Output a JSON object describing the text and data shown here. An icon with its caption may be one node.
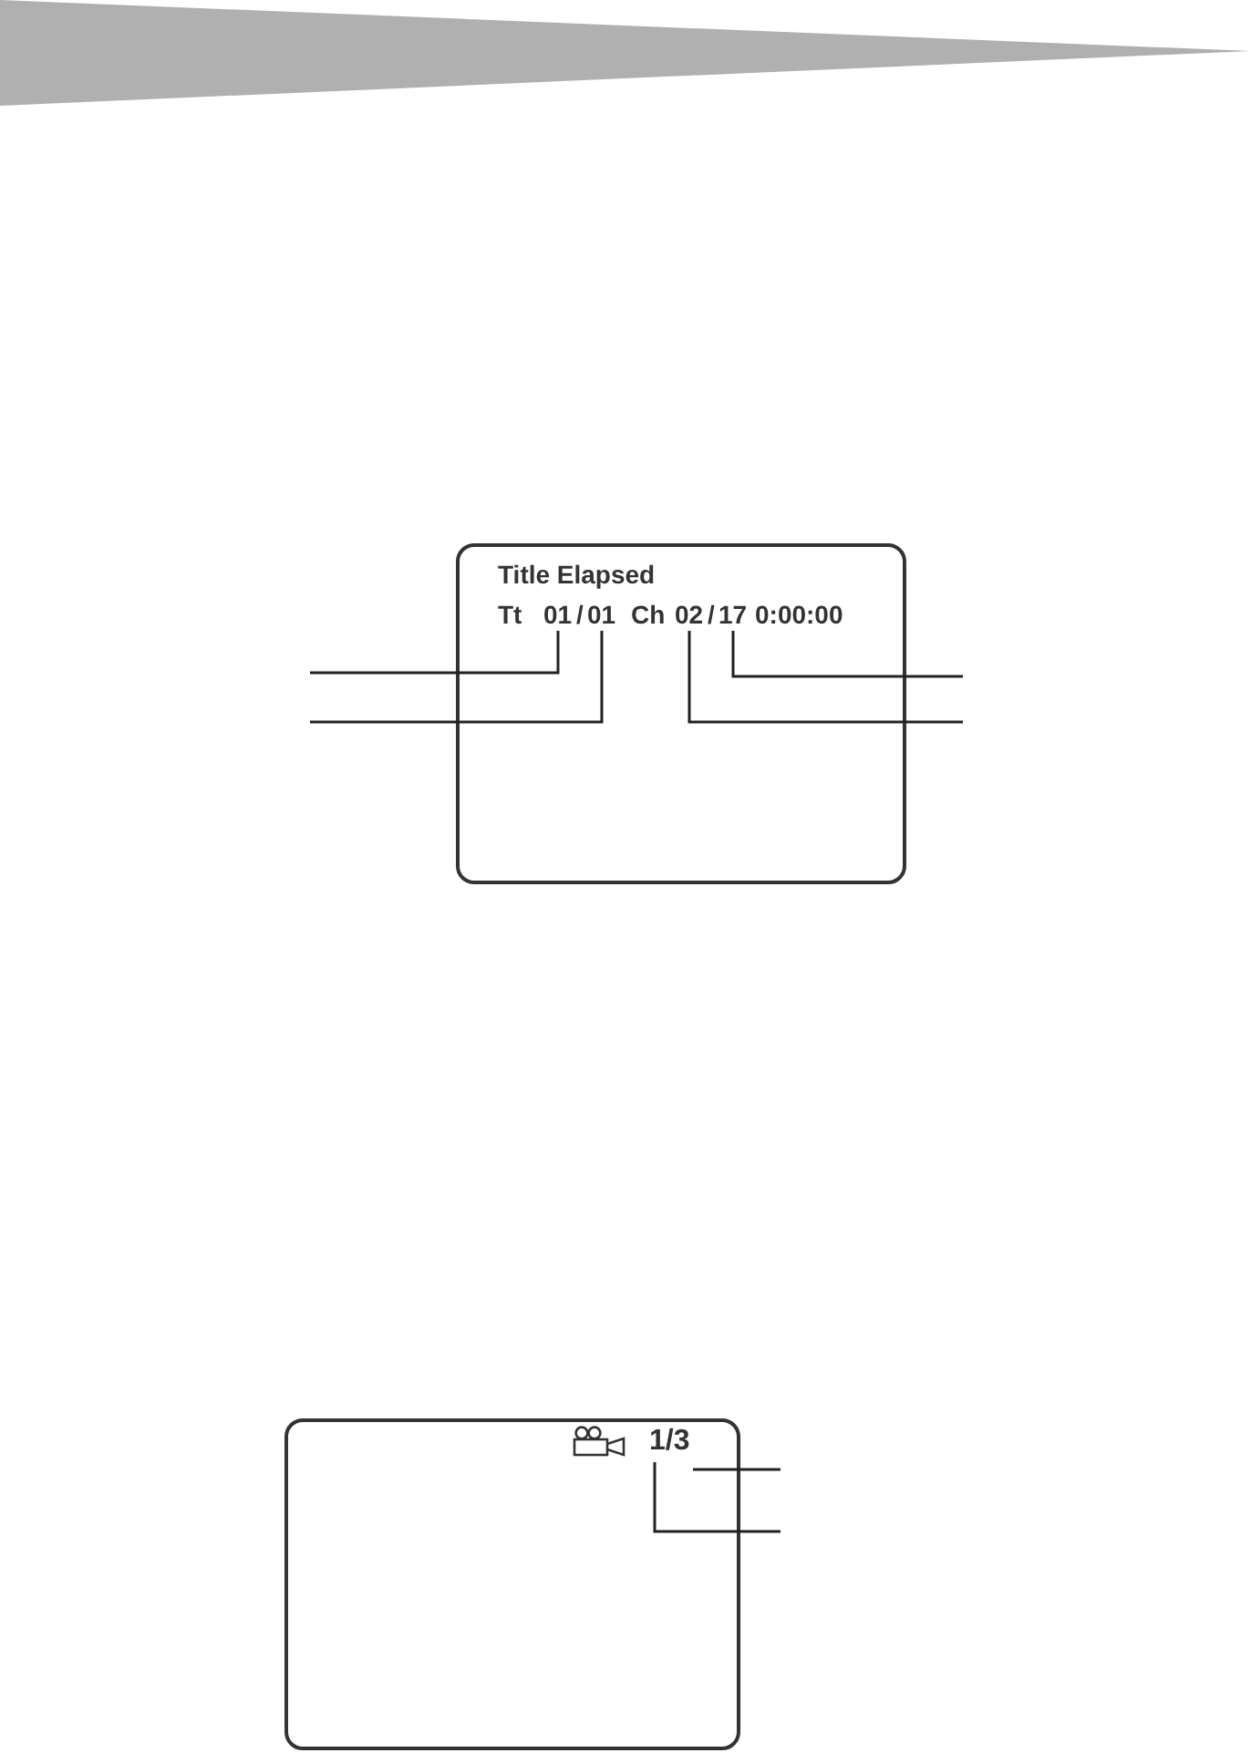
{
  "diagram": {
    "nodes": [
      {
        "text": [
          "Title Elapsed"
        ]
      },
      {
        "text": [
          "Tt"
        ],
        "in": 0
      },
      {
        "text": [
          "01"
        ],
        "in": 0
      },
      {
        "text": [
          "/"
        ],
        "in": 0
      },
      {
        "text": [
          "01"
        ],
        "in": 0
      },
      {
        "text": [
          "Ch"
        ],
        "in": 0
      },
      {
        "text": [
          "02"
        ],
        "in": 0
      },
      {
        "text": [
          "/"
        ],
        "in": 0
      },
      {
        "text": [
          "17"
        ],
        "in": 0
      },
      {
        "text": [
          "0:00:00"
        ],
        "in": 0
      },
      {
        "text": [],
        "shape": "box"
      },
      {
        "text": [
          "1/3"
        ],
        "in": 10
      }
    ],
    "edges": [
      {
        "from": null,
        "to": 2,
        "arrow": "none"
      },
      {
        "from": null,
        "to": 4,
        "arrow": "none"
      },
      {
        "from": null,
        "to": 8,
        "arrow": "none"
      },
      {
        "from": null,
        "to": 6,
        "arrow": "none"
      },
      {
        "from": 11,
        "to": null,
        "arrow": "none"
      },
      {
        "from": 11,
        "to": null,
        "arrow": "none"
      }
    ]
  }
}
